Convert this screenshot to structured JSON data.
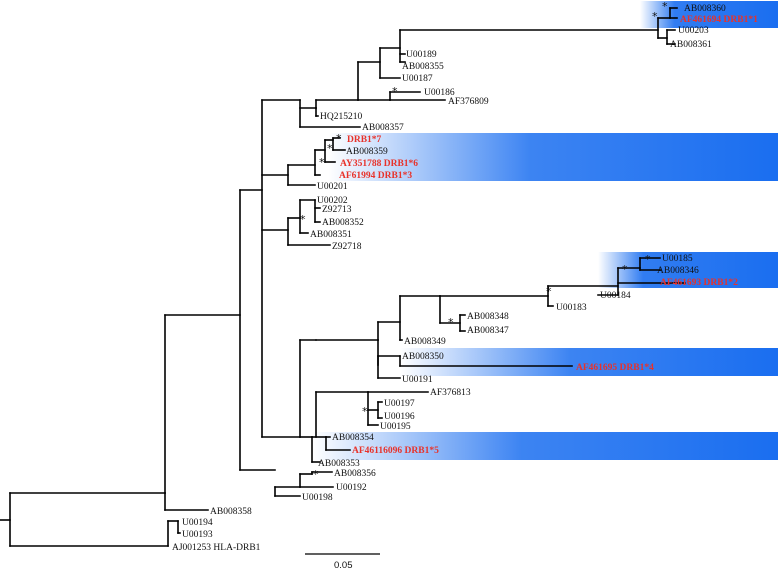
{
  "tree": {
    "labels": [
      {
        "id": "AB008360",
        "text": "AB008360",
        "highlight": false
      },
      {
        "id": "AF461694",
        "text": "AF461694 DRB1*1",
        "highlight": true
      },
      {
        "id": "U00203",
        "text": "U00203",
        "highlight": false
      },
      {
        "id": "AB008361",
        "text": "AB008361",
        "highlight": false
      },
      {
        "id": "U00189",
        "text": "U00189",
        "highlight": false
      },
      {
        "id": "AB008355",
        "text": "AB008355",
        "highlight": false
      },
      {
        "id": "U00187",
        "text": "U00187",
        "highlight": false
      },
      {
        "id": "U00186",
        "text": "U00186",
        "highlight": false
      },
      {
        "id": "AF376809",
        "text": "AF376809",
        "highlight": false
      },
      {
        "id": "HQ215210",
        "text": "HQ215210",
        "highlight": false
      },
      {
        "id": "AB008357",
        "text": "AB008357",
        "highlight": false
      },
      {
        "id": "DRB1_7",
        "text": "DRB1*7",
        "highlight": true
      },
      {
        "id": "AB008359",
        "text": "AB008359",
        "highlight": false
      },
      {
        "id": "AY351788",
        "text": "AY351788 DRB1*6",
        "highlight": true
      },
      {
        "id": "AF61994",
        "text": "AF61994 DRB1*3",
        "highlight": true
      },
      {
        "id": "U00201",
        "text": "U00201",
        "highlight": false
      },
      {
        "id": "U00202",
        "text": "U00202",
        "highlight": false
      },
      {
        "id": "Z92713",
        "text": "Z92713",
        "highlight": false
      },
      {
        "id": "AB008352",
        "text": "AB008352",
        "highlight": false
      },
      {
        "id": "AB008351",
        "text": "AB008351",
        "highlight": false
      },
      {
        "id": "Z92718",
        "text": "Z92718",
        "highlight": false
      },
      {
        "id": "U00185",
        "text": "U00185",
        "highlight": false
      },
      {
        "id": "AB008346",
        "text": "AB008346",
        "highlight": false
      },
      {
        "id": "AF461693",
        "text": "AF461693 DRB1*2",
        "highlight": true
      },
      {
        "id": "U00184",
        "text": "U00184",
        "highlight": false
      },
      {
        "id": "U00183",
        "text": "U00183",
        "highlight": false
      },
      {
        "id": "AB008348",
        "text": "AB008348",
        "highlight": false
      },
      {
        "id": "AB008347",
        "text": "AB008347",
        "highlight": false
      },
      {
        "id": "AB008349",
        "text": "AB008349",
        "highlight": false
      },
      {
        "id": "AB008350",
        "text": "AB008350",
        "highlight": false
      },
      {
        "id": "AF461695",
        "text": "AF461695 DRB1*4",
        "highlight": true
      },
      {
        "id": "U00191",
        "text": "U00191",
        "highlight": false
      },
      {
        "id": "AF376813",
        "text": "AF376813",
        "highlight": false
      },
      {
        "id": "U00197",
        "text": "U00197",
        "highlight": false
      },
      {
        "id": "U00196",
        "text": "U00196",
        "highlight": false
      },
      {
        "id": "U00195",
        "text": "U00195",
        "highlight": false
      },
      {
        "id": "AB008354",
        "text": "AB008354",
        "highlight": false
      },
      {
        "id": "AF46116096",
        "text": "AF46116096 DRB1*5",
        "highlight": true
      },
      {
        "id": "AB008353",
        "text": "AB008353",
        "highlight": false
      },
      {
        "id": "AB008356",
        "text": "AB008356",
        "highlight": false
      },
      {
        "id": "U00192",
        "text": "U00192",
        "highlight": false
      },
      {
        "id": "U00198",
        "text": "U00198",
        "highlight": false
      },
      {
        "id": "AB008358",
        "text": "AB008358",
        "highlight": false
      },
      {
        "id": "U00194",
        "text": "U00194",
        "highlight": false
      },
      {
        "id": "U00193",
        "text": "U00193",
        "highlight": false
      },
      {
        "id": "AJ001253",
        "text": "AJ001253 HLA-DRB1",
        "highlight": false
      }
    ],
    "support_marker": "*",
    "highlight_colors": {
      "band": "#1a6ef0",
      "text": "#e8322a"
    }
  },
  "scale_bar": {
    "label": "0.05"
  }
}
